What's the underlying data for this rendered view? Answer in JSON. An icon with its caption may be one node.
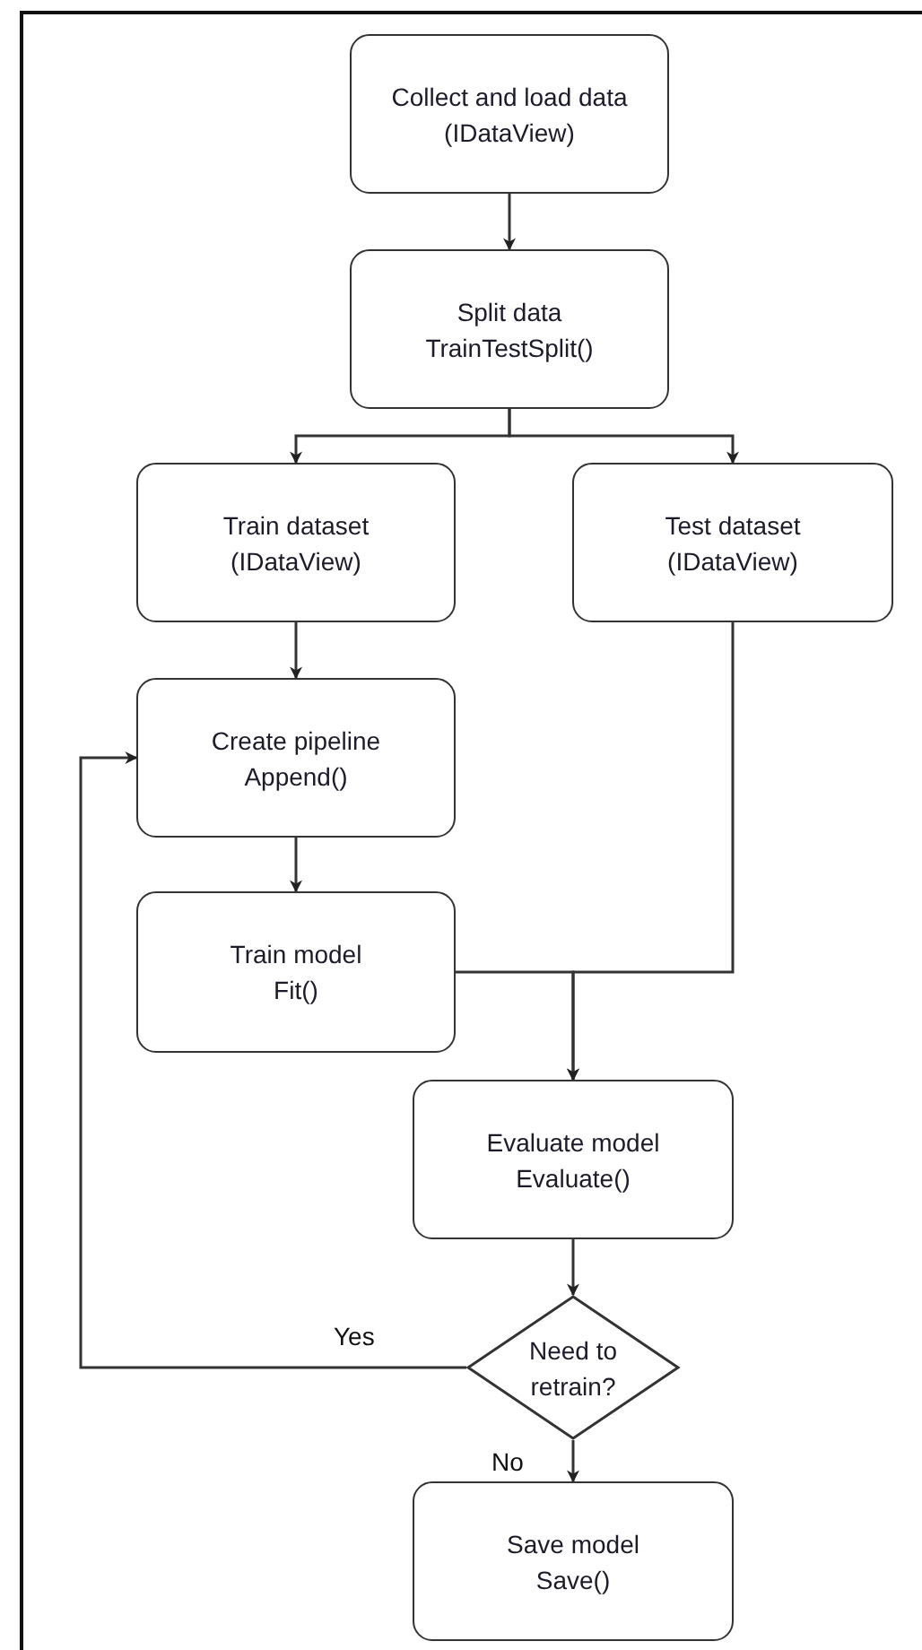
{
  "diagram": {
    "nodes": [
      {
        "text": [
          "Collect and load data",
          "(IDataView)"
        ]
      },
      {
        "text": [
          "Split data",
          "TrainTestSplit()"
        ]
      },
      {
        "text": [
          "Train dataset",
          "(IDataView)"
        ]
      },
      {
        "text": [
          "Test dataset",
          "(IDataView)"
        ]
      },
      {
        "text": [
          "Create pipeline",
          "Append()"
        ]
      },
      {
        "text": [
          "Train model",
          "Fit()"
        ]
      },
      {
        "text": [
          "Evaluate model",
          "Evaluate()"
        ]
      },
      {
        "text": [
          "Need to retrain?"
        ]
      },
      {
        "text": [
          "Save model",
          "Save()"
        ]
      }
    ],
    "edges": [
      {
        "from": 0,
        "to": 1,
        "arrow": "to"
      },
      {
        "from": 1,
        "to": 2,
        "arrow": "to"
      },
      {
        "from": 1,
        "to": 3,
        "arrow": "to"
      },
      {
        "from": 2,
        "to": 4,
        "arrow": "to"
      },
      {
        "from": 4,
        "to": 5,
        "arrow": "to"
      },
      {
        "from": 5,
        "to": 6,
        "arrow": "to"
      },
      {
        "from": 3,
        "to": 6,
        "arrow": "to"
      },
      {
        "from": 6,
        "to": 7,
        "arrow": "to"
      },
      {
        "from": 7,
        "to": 4,
        "arrow": "to",
        "label": "Yes"
      },
      {
        "from": 7,
        "to": 8,
        "arrow": "to",
        "label": "No"
      }
    ]
  }
}
